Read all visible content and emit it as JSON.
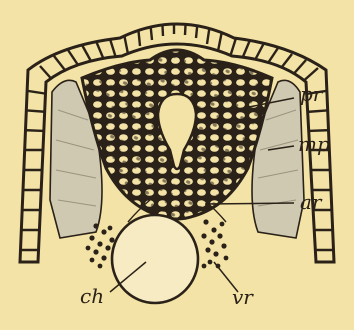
{
  "figure": {
    "background": "#f3e3a6",
    "ink": "#2a2118",
    "muscle_fill": "#cfc9b2",
    "labels": {
      "pr": "pr",
      "mp": "mp",
      "ar": "ar",
      "ch": "ch",
      "vr": "vr"
    }
  }
}
